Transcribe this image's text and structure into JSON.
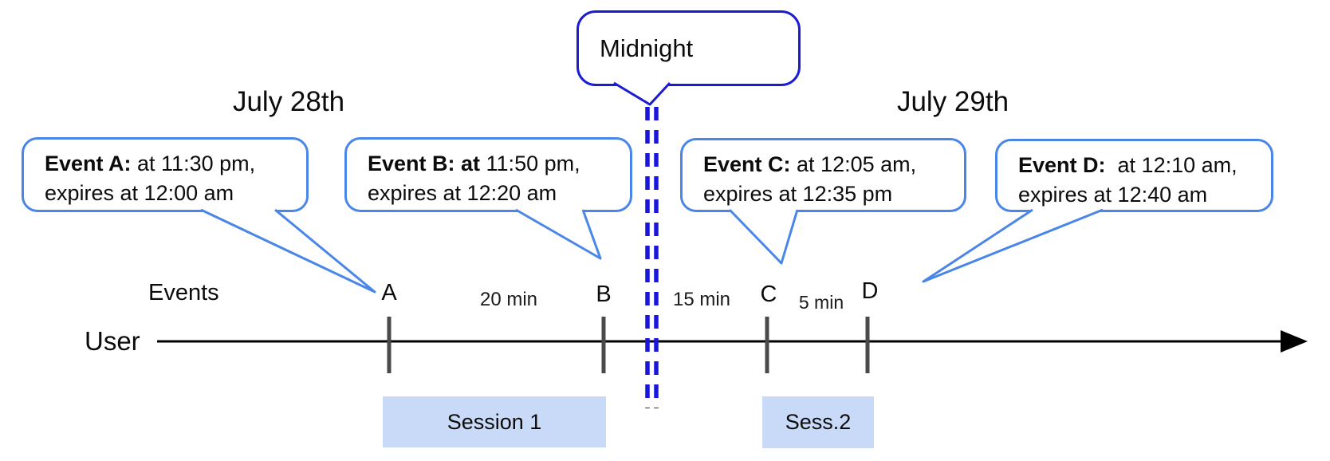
{
  "dates": {
    "left": "July 28th",
    "right": "July 29th"
  },
  "midnight": {
    "label": "Midnight"
  },
  "events": [
    {
      "name": "A",
      "title_bold": "Event A:",
      "title_rest": " at 11:30 pm,",
      "line2": "expires at 12:00 am"
    },
    {
      "name": "B",
      "title_bold": "Event B: at",
      "title_rest": " 11:50 pm,",
      "line2": "expires at 12:20 am"
    },
    {
      "name": "C",
      "title_bold": "Event C:",
      "title_rest": " at 12:05 am,",
      "line2": "expires at 12:35 pm"
    },
    {
      "name": "D",
      "title_bold": "Event D:",
      "title_rest": "  at 12:10 am,",
      "line2": "expires at 12:40 am"
    }
  ],
  "timeline": {
    "events_label": "Events",
    "user_label": "User",
    "tick_labels": [
      "A",
      "B",
      "C",
      "D"
    ],
    "gap_labels": [
      "20 min",
      "15 min",
      "5 min"
    ]
  },
  "sessions": [
    {
      "label": "Session 1"
    },
    {
      "label": "Sess.2"
    }
  ],
  "colors": {
    "event_bubble_border": "#4a86e8",
    "midnight_border": "#1b1bd0",
    "dashed_line": "#1a15dd",
    "session_fill": "#c9daf8",
    "tick_gray": "#4a4a4a",
    "timeline_black": "#000000"
  }
}
